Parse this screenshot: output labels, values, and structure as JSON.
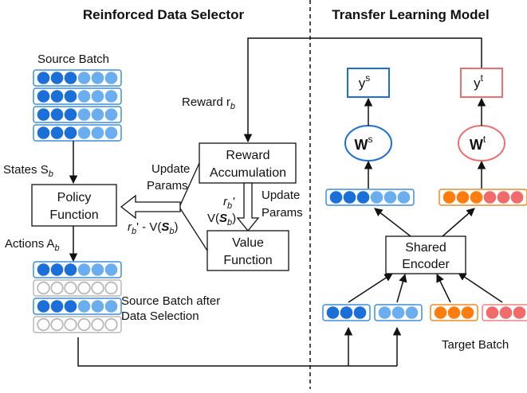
{
  "left_title": "Reinforced Data Selector",
  "right_title": "Transfer Learning Model",
  "source_batch_label": "Source Batch",
  "states_label": "States S",
  "states_sub": "b",
  "policy_box": [
    "Policy",
    "Function"
  ],
  "actions_label": "Actions A",
  "actions_sub": "b",
  "after_selection_label": [
    "Source Batch after",
    "Data Selection"
  ],
  "reward_label": "Reward r",
  "reward_sub": "b",
  "reward_accum_box": [
    "Reward",
    "Accumulation"
  ],
  "update_params_left": [
    "Update",
    "Params"
  ],
  "update_params_right": [
    "Update",
    "Params"
  ],
  "rb_prime": "r",
  "rb_prime_sub": "b",
  "rb_prime_sup": "'",
  "advantage_label": {
    "r": "r",
    "sub": "b",
    "rest": "' - V(",
    "S": "S",
    "sub2": "b",
    "close": ")"
  },
  "value_input_label": {
    "v": "V(",
    "S": "S",
    "sub": "b",
    "close": ")"
  },
  "value_box": [
    "Value",
    "Function"
  ],
  "shared_encoder_box": [
    "Shared",
    "Encoder"
  ],
  "ws_label": "W",
  "ws_sup": "s",
  "wt_label": "W",
  "wt_sup": "t",
  "ys_label": "y",
  "ys_sup": "s",
  "yt_label": "y",
  "yt_sup": "t",
  "target_batch_label": "Target Batch",
  "colors": {
    "dark_blue": "#1a6fd8",
    "light_blue": "#6aaef0",
    "orange": "#ff7d0f",
    "red": "#f26b6b",
    "gray": "#b8b8b8",
    "blue_outline": "#3d8fe0",
    "orange_outline": "#f08a24",
    "red_outline": "#f28080"
  }
}
